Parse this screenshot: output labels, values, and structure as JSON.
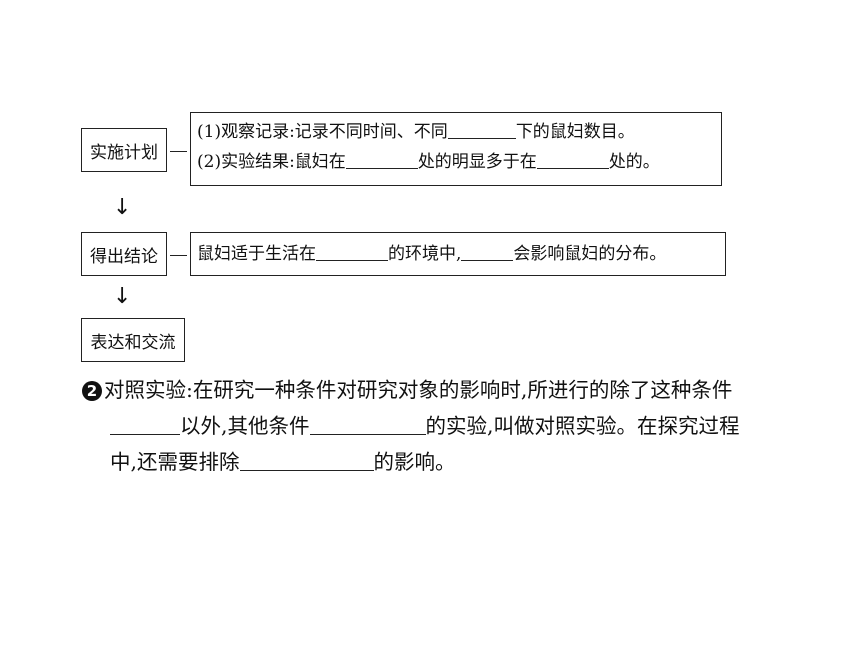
{
  "steps": {
    "implement": "实施计划",
    "conclude": "得出结论",
    "express": "表达和交流"
  },
  "implement_box": {
    "line1_a": "(1)观察记录:记录不同时间、不同",
    "line1_b": "下的鼠妇数目。",
    "line2_a": "(2)实验结果:鼠妇在",
    "line2_b": "处的明显多于在",
    "line2_c": "处的。"
  },
  "conclude_box": {
    "text_a": "鼠妇适于生活在",
    "text_b": "的环境中,",
    "text_c": "会影响鼠妇的分布。"
  },
  "arrow_glyph": "↓",
  "paragraph": {
    "number": "2",
    "line1": "对照实验:在研究一种条件对研究对象的影响时,所进行的除了这种条件",
    "line2_a": "以外,其他条件",
    "line2_b": "的实验,叫做对照实验。在探究过程",
    "line3_a": "中,还需要排除",
    "line3_b": "的影响。"
  }
}
